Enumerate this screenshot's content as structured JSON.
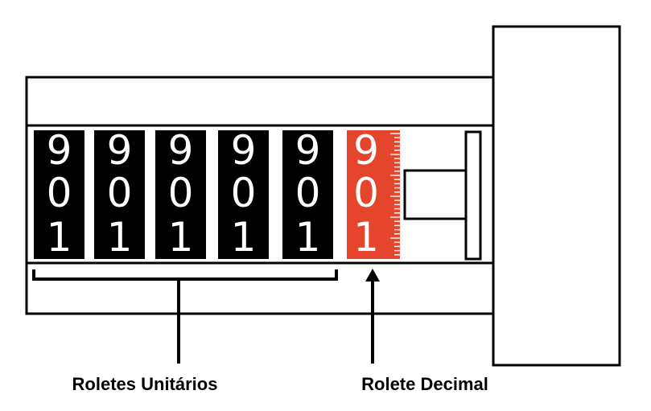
{
  "colors": {
    "roller_dark": "#000000",
    "roller_decimal": "#e5452b",
    "digit_text": "#ffffff",
    "outline": "#000000"
  },
  "rollers": [
    {
      "type": "unit",
      "digits": [
        "9",
        "0",
        "1"
      ]
    },
    {
      "type": "unit",
      "digits": [
        "9",
        "0",
        "1"
      ]
    },
    {
      "type": "unit",
      "digits": [
        "9",
        "0",
        "1"
      ]
    },
    {
      "type": "unit",
      "digits": [
        "9",
        "0",
        "1"
      ]
    },
    {
      "type": "unit",
      "digits": [
        "9",
        "0",
        "1"
      ]
    },
    {
      "type": "decimal",
      "digits": [
        "9",
        "0",
        "1"
      ]
    }
  ],
  "labels": {
    "unit_rollers": "Roletes Unitários",
    "decimal_roller": "Rolete Decimal"
  }
}
